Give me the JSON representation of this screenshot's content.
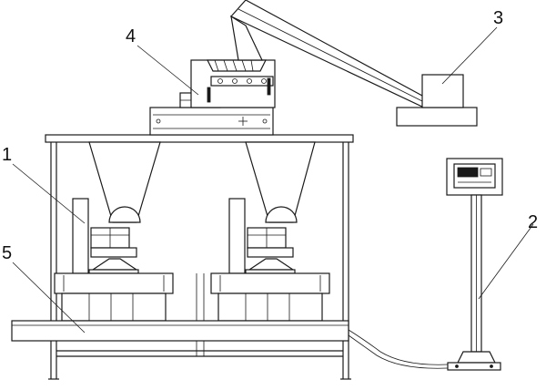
{
  "labels": {
    "l1": "1",
    "l2": "2",
    "l3": "3",
    "l4": "4",
    "l5": "5"
  },
  "colors": {
    "stroke": "#1a1a1a",
    "background": "#ffffff"
  }
}
